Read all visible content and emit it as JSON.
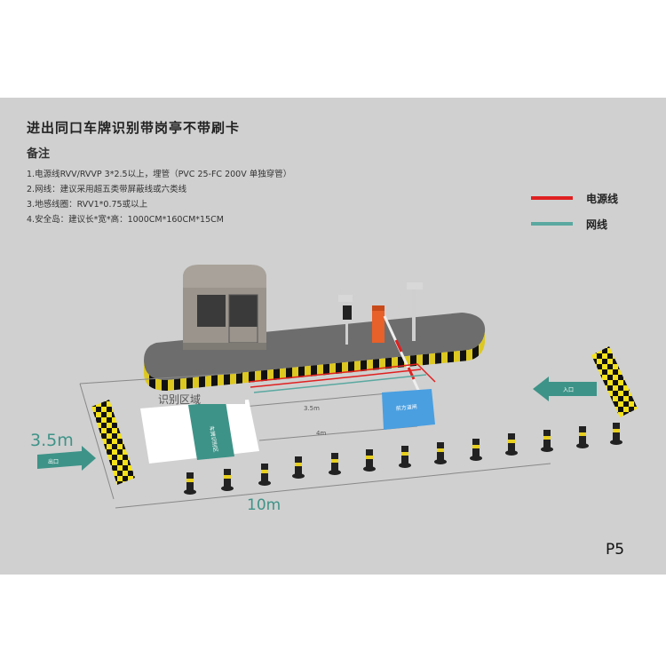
{
  "title": "进出同口车牌识别带岗亭不带刷卡",
  "notes": {
    "heading": "备注",
    "items": [
      "1.电源线RVV/RVVP 3*2.5以上，埋管（PVC 25-FC 200V 单独穿管）",
      "2.网线：建议采用超五类带屏蔽线或六类线",
      "3.地感线圈：RVV1*0.75或以上",
      "4.安全岛：建议长*宽*高：1000CM*160CM*15CM"
    ]
  },
  "legend": {
    "power": {
      "label": "电源线",
      "color": "#e02020"
    },
    "network": {
      "label": "网线",
      "color": "#5aa8a0"
    }
  },
  "scene": {
    "recognition_zone_label": "识别区域",
    "width_dim": "3.5m",
    "length_dim": "10m",
    "dim_small_1": "3.5m",
    "dim_small_2": "4m",
    "entry_arrow_text": "出口",
    "exit_arrow_text": "入口",
    "zone_mark_text": "车牌识别区",
    "blue_plate_text": "前方道闸"
  },
  "page_number": "P5"
}
